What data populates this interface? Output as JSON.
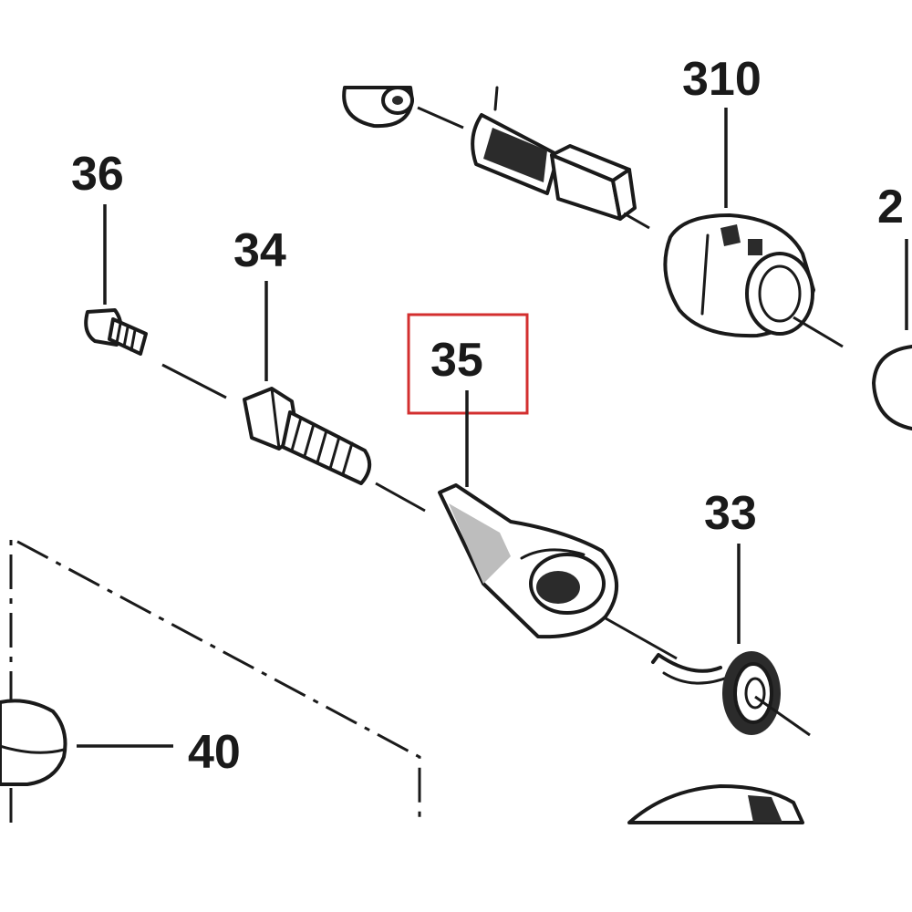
{
  "diagram": {
    "highlight_color": "#d32f2f",
    "labels": {
      "part_36": "36",
      "part_34": "34",
      "part_35": "35",
      "part_33": "33",
      "part_40": "40",
      "part_top_partial": "310",
      "part_right_partial": "2"
    }
  }
}
